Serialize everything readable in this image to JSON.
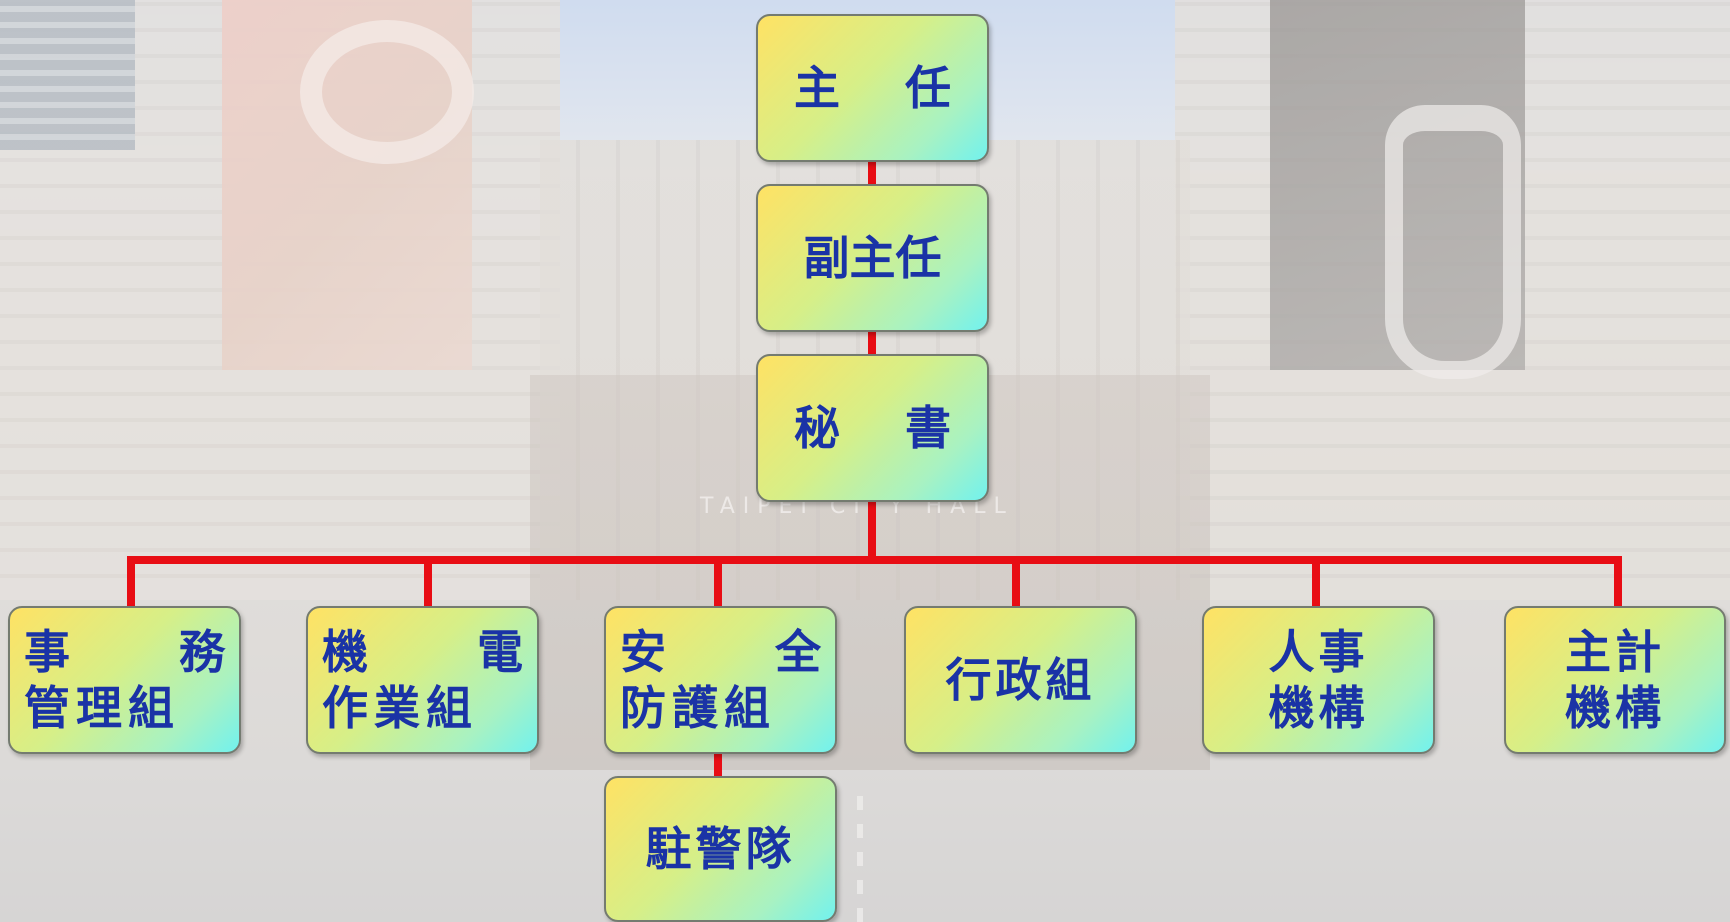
{
  "org_chart": {
    "director": [
      "主",
      "任"
    ],
    "deputy_director": [
      "副主任"
    ],
    "secretary": [
      "秘",
      "書"
    ],
    "divisions": [
      {
        "key": "general-affairs",
        "lines": [
          [
            "事",
            "務"
          ],
          [
            "管理組"
          ]
        ]
      },
      {
        "key": "electromechanical",
        "lines": [
          [
            "機",
            "電"
          ],
          [
            "作業組"
          ]
        ]
      },
      {
        "key": "security-protection",
        "lines": [
          [
            "安",
            "全"
          ],
          [
            "防護組"
          ]
        ]
      },
      {
        "key": "administration",
        "lines": [
          [
            "行政組"
          ]
        ]
      },
      {
        "key": "personnel",
        "lines": [
          [
            "人事"
          ],
          [
            "機構"
          ]
        ]
      },
      {
        "key": "accounting",
        "lines": [
          [
            "主計"
          ],
          [
            "機構"
          ]
        ]
      }
    ],
    "police_unit": [
      "駐警隊"
    ]
  },
  "background": {
    "sign_text": "TAIPEI CITY HALL"
  },
  "colors": {
    "connector": "#e80d14",
    "node_text": "#1a33a6",
    "node_fill_start": "#ffe264",
    "node_fill_end": "#72f2ee",
    "node_border": "#747b70"
  }
}
